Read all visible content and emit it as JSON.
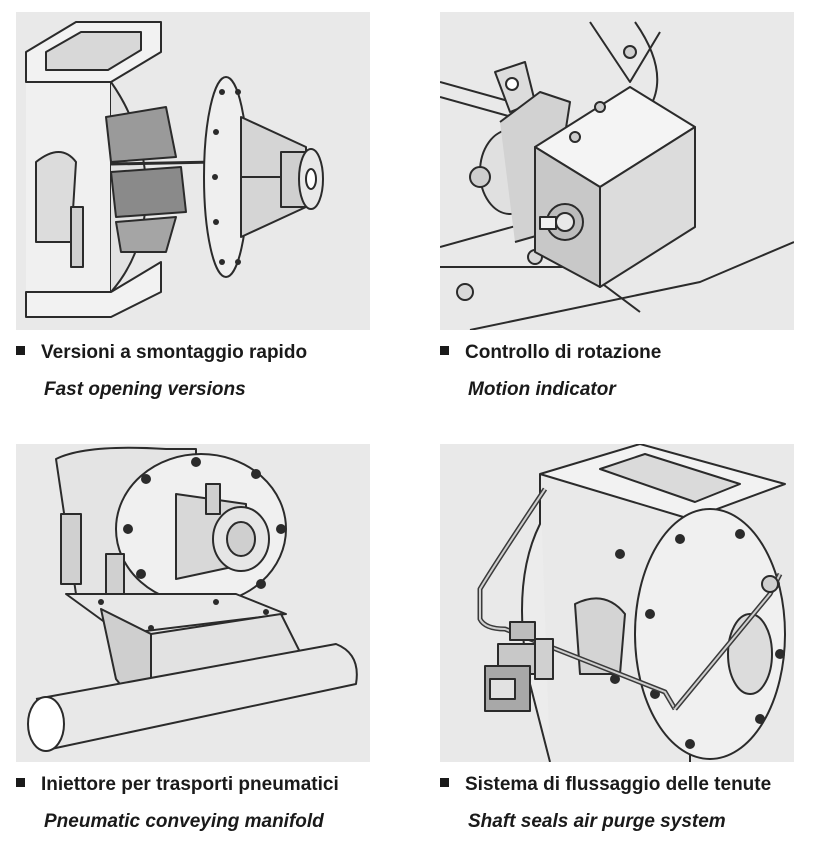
{
  "features": [
    {
      "title_it": "Versioni a smontaggio rapido",
      "title_en": "Fast opening versions",
      "illustration": "rotary-valve-fast-opening"
    },
    {
      "title_it": "Controllo di rotazione",
      "title_en": "Motion indicator",
      "illustration": "rotary-valve-motion-indicator"
    },
    {
      "title_it": "Iniettore per trasporti pneumatici",
      "title_en": "Pneumatic conveying manifold",
      "illustration": "rotary-valve-conveying-manifold"
    },
    {
      "title_it": "Sistema di flussaggio delle tenute",
      "title_en": "Shaft seals air purge system",
      "illustration": "rotary-valve-air-purge"
    }
  ],
  "colors": {
    "panel": "#e9e9e9",
    "line": "#2b2b2b",
    "text": "#1a1a1a"
  }
}
